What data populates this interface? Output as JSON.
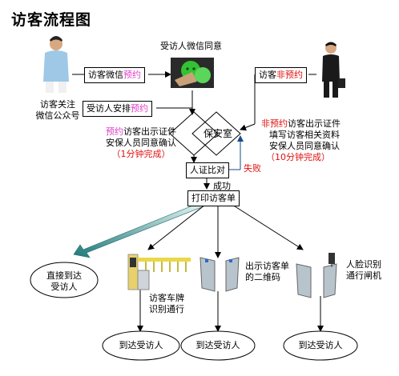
{
  "title": "访客流程图",
  "visitor_left": {
    "line1": "访客关注",
    "line2": "微信公众号"
  },
  "wechat": {
    "caption": "受访人微信同意"
  },
  "box_wechat": {
    "a": "访客微信",
    "b": "预约"
  },
  "box_host": {
    "a": "受访人安排",
    "b": "预约"
  },
  "box_nonbook": {
    "a": "访客",
    "b": "非预约"
  },
  "guard": "保安室",
  "note_left": {
    "l1a": "预约",
    "l1b": "访客出示证件",
    "l2": "安保人员同意确认",
    "l3": "（1分钟完成）"
  },
  "note_right": {
    "l1a": "非预约",
    "l1b": "访客出示证件",
    "l2": "填写访客相关资料",
    "l3": "安保人员同意确认",
    "l4": "（10分钟完成）"
  },
  "verify": "人证比对",
  "fail": "失败",
  "success": "成功",
  "print": "打印访客单",
  "direct": {
    "l1": "直接到达",
    "l2": "受访人"
  },
  "plate": {
    "l1": "访客车牌",
    "l2": "识别通行"
  },
  "qr": {
    "l1": "出示访客单",
    "l2": "的二维码"
  },
  "face": {
    "l1": "人脸识别",
    "l2": "通行闸机"
  },
  "arrive": [
    "到达受访人",
    "到达受访人",
    "到达受访人"
  ],
  "colors": {
    "note_booking": "#e040c8",
    "note_red": "#e01010",
    "teal_arrow": "#2e8a8a"
  }
}
